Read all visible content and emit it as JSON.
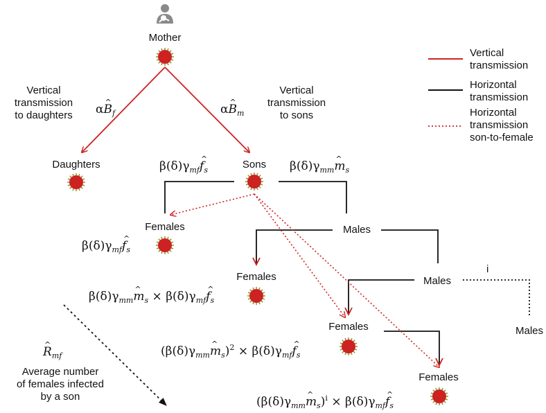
{
  "colors": {
    "vertical": "#cc2222",
    "horizontal": "#111111",
    "virus": "#cc2222",
    "virus_spike": "#8a8a20",
    "mother_icon": "#8a8a8a"
  },
  "nodes": {
    "mother": "Mother",
    "daughters": "Daughters",
    "sons": "Sons",
    "females_1": "Females",
    "males_1": "Males",
    "females_2": "Females",
    "males_2": "Males",
    "females_3": "Females",
    "males_3": "Males",
    "females_4": "Females"
  },
  "labels": {
    "vt_daughters": "Vertical\ntransmission\nto daughters",
    "vt_sons": "Vertical\ntransmission\nto sons",
    "i_label": "i",
    "r_mf_desc": "Average number\nof females infected\nby a son"
  },
  "legend": {
    "vertical": "Vertical\ntransmission",
    "horizontal": "Horizontal\ntransmission",
    "son_to_female": "Horizontal\ntransmission\nson-to-female"
  },
  "icons": {
    "mother": "mother-baby-icon",
    "virus": "virus-icon"
  }
}
